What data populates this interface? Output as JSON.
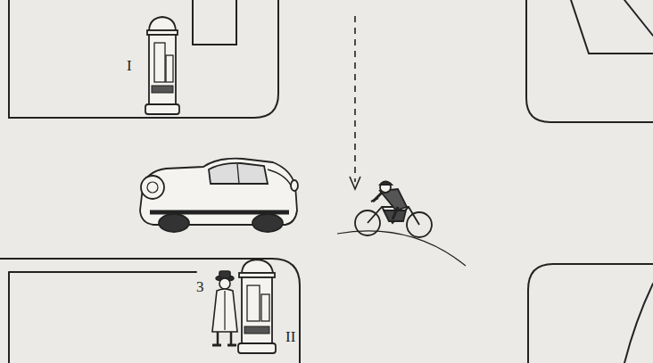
{
  "diagram": {
    "labels": [
      "I",
      "II",
      "3"
    ]
  }
}
